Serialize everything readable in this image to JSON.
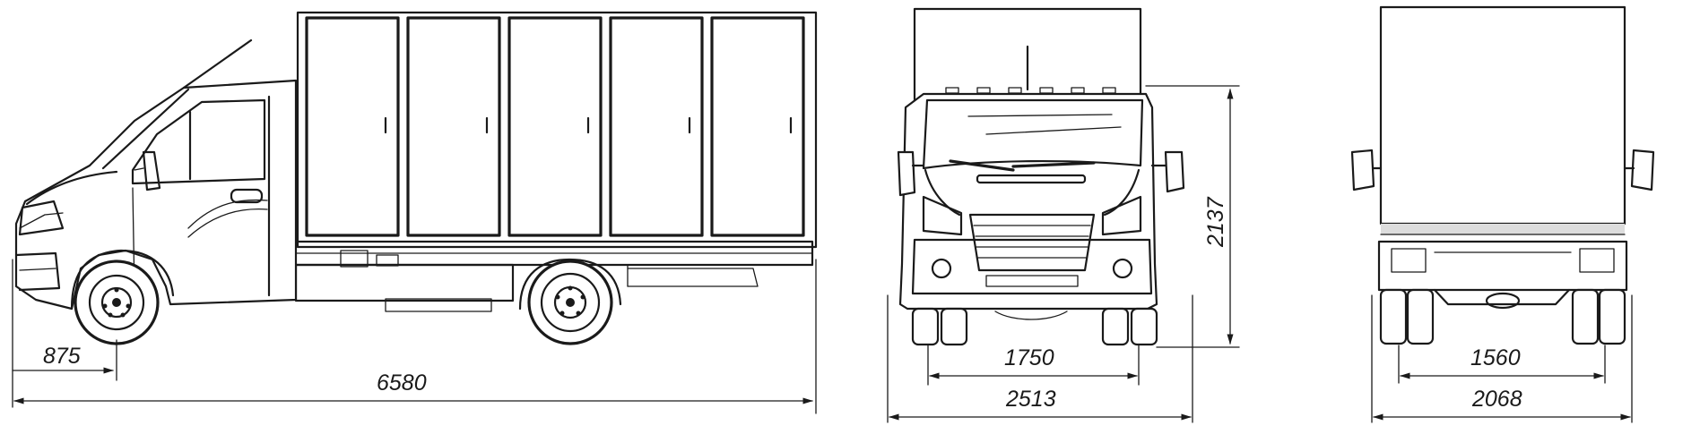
{
  "dimensions": {
    "front_overhang": "875",
    "overall_length": "6580",
    "front_track": "1750",
    "overall_width": "2513",
    "overall_height": "2137",
    "rear_track": "1560",
    "rear_width": "2068"
  },
  "colors": {
    "line": "#1a1a1a",
    "background": "#ffffff"
  }
}
